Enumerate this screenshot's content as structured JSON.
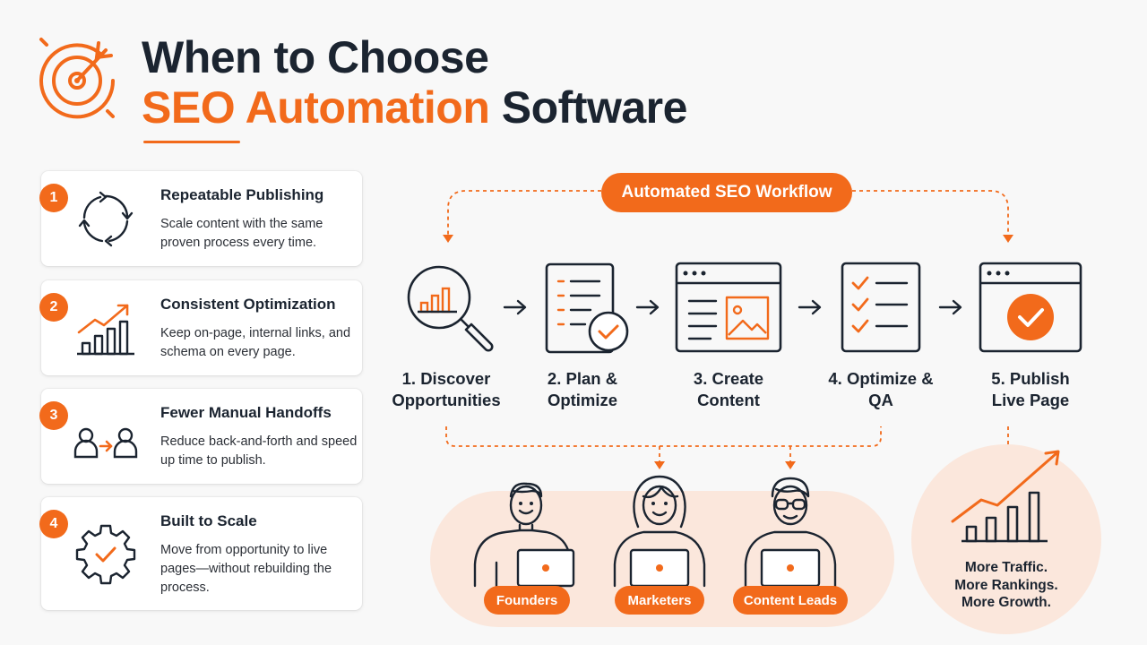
{
  "title": {
    "line1": "When to Choose",
    "line2_accent": "SEO Automation",
    "line2_rest": "Software"
  },
  "colors": {
    "accent": "#f26a1b",
    "dark": "#1b2430",
    "tint": "#fbe7dc",
    "background": "#f8f8f8"
  },
  "benefits": [
    {
      "number": "1",
      "title": "Repeatable Publishing",
      "description": "Scale content with the same proven process every time.",
      "icon": "cycle-arrows-icon"
    },
    {
      "number": "2",
      "title": "Consistent Optimization",
      "description": "Keep on-page, internal links, and schema on every page.",
      "icon": "growth-chart-icon"
    },
    {
      "number": "3",
      "title": "Fewer Manual Handoffs",
      "description": "Reduce back-and-forth and speed up time to publish.",
      "icon": "handoff-icon"
    },
    {
      "number": "4",
      "title": "Built to Scale",
      "description": "Move from opportunity to live pages—without rebuilding the process.",
      "icon": "gear-check-icon"
    }
  ],
  "workflow": {
    "label": "Automated SEO Workflow",
    "steps": [
      {
        "line1": "1. Discover",
        "line2": "Opportunities",
        "icon": "magnifier-chart-icon"
      },
      {
        "line1": "2. Plan &",
        "line2": "Optimize",
        "icon": "checklist-doc-icon"
      },
      {
        "line1": "3. Create",
        "line2": "Content",
        "icon": "browser-content-icon"
      },
      {
        "line1": "4. Optimize &",
        "line2": "QA",
        "icon": "checklist-icon"
      },
      {
        "line1": "5. Publish",
        "line2": "Live Page",
        "icon": "browser-check-icon"
      }
    ]
  },
  "team": {
    "roles": [
      "Founders",
      "Marketers",
      "Content Leads"
    ]
  },
  "results": {
    "lines": [
      "More Traffic.",
      "More Rankings.",
      "More Growth."
    ],
    "icon": "growth-bars-icon"
  }
}
